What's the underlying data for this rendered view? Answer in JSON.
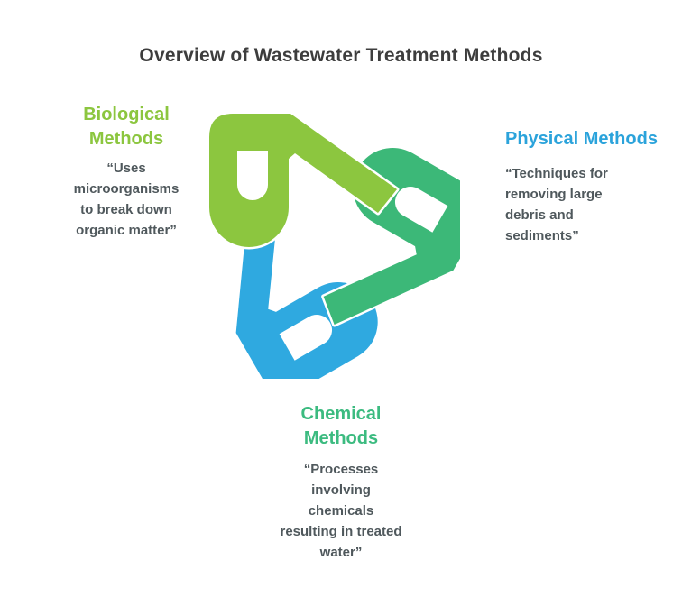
{
  "title": "Overview of Wastewater Treatment Methods",
  "colors": {
    "title_text": "#3d3d3d",
    "body_text": "#4f585c",
    "biological": "#8cc63f",
    "physical": "#2ba3db",
    "chemical": "#3cbb80",
    "biological_arm": "#8cc63f",
    "physical_arm": "#2fa9e0",
    "chemical_arm": "#3cb878"
  },
  "logo": {
    "name": "three interlocking hook shapes (knot emblem)"
  },
  "sections": {
    "biological": {
      "heading": "Biological\nMethods",
      "description": "“Uses\nmicroorganisms\nto break down\norganic matter”"
    },
    "physical": {
      "heading": "Physical Methods",
      "description": "“Techniques for\nremoving large\ndebris and\nsediments”"
    },
    "chemical": {
      "heading": "Chemical\nMethods",
      "description": "“Processes\ninvolving\nchemicals\nresulting in treated\nwater”"
    }
  }
}
